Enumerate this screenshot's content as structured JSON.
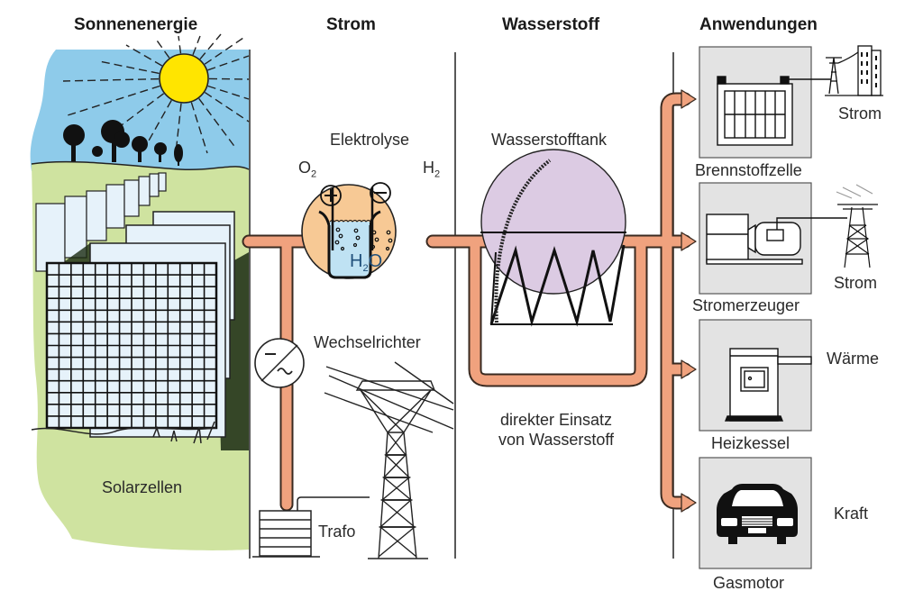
{
  "headers": {
    "solar": "Sonnenenergie",
    "power": "Strom",
    "hydrogen": "Wasserstoff",
    "applications": "Anwendungen"
  },
  "labels": {
    "solar_cells": "Solarzellen",
    "electrolysis": "Elektrolyse",
    "oxygen": "O",
    "oxygen_sub": "2",
    "hydrogen_gas": "H",
    "hydrogen_sub": "2",
    "water_h": "H",
    "water_sub": "2",
    "water_o": "O",
    "plus_sign": "+",
    "minus_sign": "−",
    "inverter": "Wechselrichter",
    "transformer": "Trafo",
    "tank": "Wasserstofftank",
    "direct_use_line1": "direkter Einsatz",
    "direct_use_line2": "von Wasserstoff"
  },
  "applications": [
    {
      "name": "Brennstoffzelle",
      "output": "Strom"
    },
    {
      "name": "Stromerzeuger",
      "output": "Strom"
    },
    {
      "name": "Heizkessel",
      "output": "Wärme"
    },
    {
      "name": "Gasmotor",
      "output": "Kraft"
    }
  ],
  "colors": {
    "sky": "#8ecbea",
    "sun": "#ffe500",
    "grass": "#cfe3a0",
    "panel": "#e6f2fa",
    "pipe": "#f0a27e",
    "electrolysis_bg": "#f7c995",
    "water": "#bfe2f3",
    "tank": "#dccbe3",
    "box": "#e3e3e3",
    "line": "#1a1a1a"
  }
}
